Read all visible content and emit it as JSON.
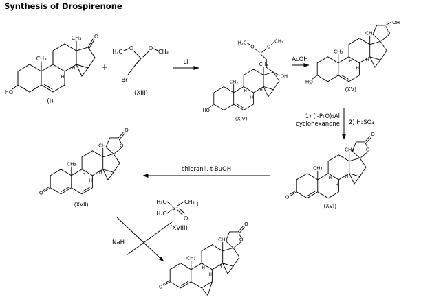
{
  "title": "Synthesis of Drospirenone",
  "plus": "+",
  "steps": {
    "s1": {
      "reagent": "Li"
    },
    "s2": {
      "reagent": "AcOH"
    },
    "s3": {
      "line1": "1) (i-PrO)₃Al",
      "line2": "cyclohexanone",
      "line3": "2) H₂SO₄"
    },
    "s4": {
      "reagent": "chloranil, t-BuOH"
    },
    "s5": {
      "reagent": "NaH"
    }
  },
  "structures": {
    "i": {
      "label": "(I)",
      "ch3_c10": "CH₃",
      "ch3_c13": "CH₃",
      "o_c17": "O",
      "ho": "HO",
      "h_c9": "H",
      "h_c8": "H",
      "h_c14": "H"
    },
    "xiii": {
      "label": "(XIII)",
      "h3c": "H₃C",
      "o_left": "O",
      "o_right": "O",
      "ch3": "CH₃",
      "br": "Br"
    },
    "xiv": {
      "label": "(XIV)",
      "h3c": "H₃C",
      "o_left": "O",
      "o_right": "O",
      "ch3_acetal": "CH₃",
      "oh_c17": "OH",
      "ch3_c10": "CH₃",
      "ch3_c13": "CH₃",
      "ho": "HO",
      "h_c9": "H",
      "h_c8": "H",
      "h_c14": "H"
    },
    "xv": {
      "label": "(XV)",
      "o_ring": "O",
      "oh": "OH",
      "ch3_c10": "CH₃",
      "ch3_c13": "CH₃",
      "ho": "HO",
      "h_c9": "H",
      "h_c8": "H",
      "h_c14": "H"
    },
    "xvi": {
      "label": "(XVI)",
      "o_ring": "O",
      "o_lactone": "O",
      "o_c3": "O",
      "ch3_c10": "CH₃",
      "ch3_c13": "CH₃",
      "h_c9": "H",
      "h_c8": "H",
      "h_c14": "H"
    },
    "xvii": {
      "label": "(XVII)",
      "o_ring": "O",
      "o_lactone": "O",
      "o_c3": "O",
      "ch3_c10": "CH₃",
      "ch3_c13": "CH₃",
      "h_c9": "H",
      "h_c8": "H",
      "h_c14": "H"
    },
    "xviii": {
      "label": "(XVIII)",
      "h3c_top": "H₃C",
      "h3c_bottom": "H₃C",
      "s": "S⁺",
      "ch3": "CH₃",
      "o": "O",
      "iodide": "I⁻"
    },
    "product": {
      "o_ring": "O",
      "o_lactone": "O",
      "o_c3": "O",
      "ch3_c10": "CH₃",
      "ch3_c13": "CH₃",
      "h_c9": "H",
      "h_c8": "H",
      "h_c14": "H"
    }
  }
}
